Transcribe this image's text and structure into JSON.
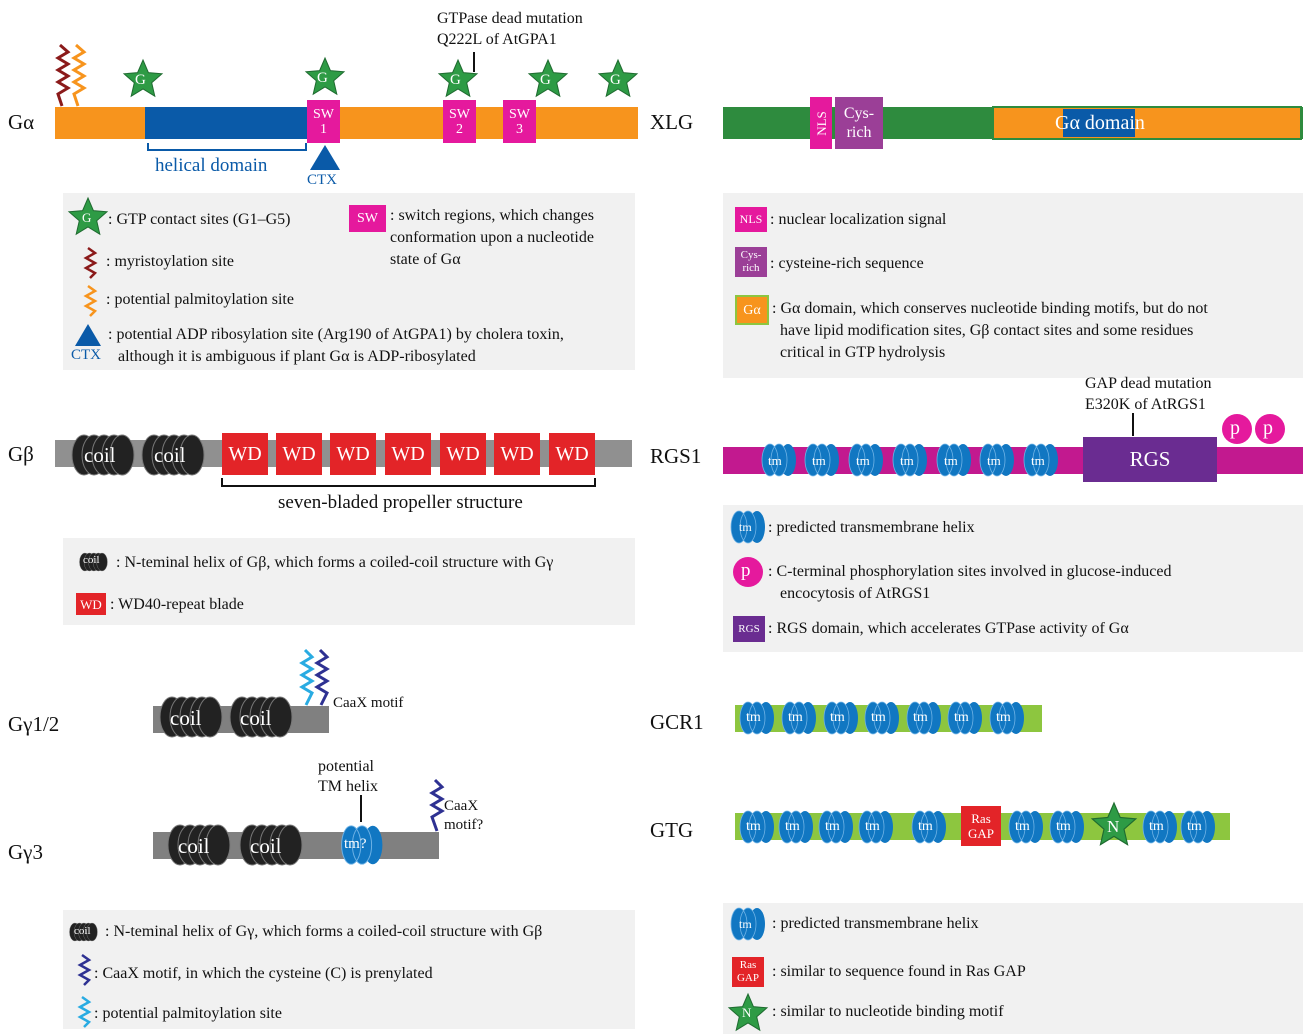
{
  "labels": {
    "ga": "Gα",
    "xlg": "XLG",
    "gb": "Gβ",
    "rgs1": "RGS1",
    "gg12": "Gγ1/2",
    "gg3": "Gγ3",
    "gcr1": "GCR1",
    "gtg": "GTG"
  },
  "ga": {
    "mutation_line1": "GTPase dead mutation",
    "mutation_line2": "Q222L of AtGPA1",
    "g": "G",
    "sw1": "SW",
    "sw1n": "1",
    "sw2": "SW",
    "sw2n": "2",
    "sw3": "SW",
    "sw3n": "3",
    "helical": "helical domain",
    "ctx": "CTX"
  },
  "ga_legend": {
    "g_icon": "G",
    "g_text": ": GTP contact sites (G1–G5)",
    "sw_icon": "SW",
    "sw_text1": ": switch regions, which changes",
    "sw_text2": "conformation upon a nucleotide",
    "sw_text3": "state of Gα",
    "myr_text": ": myristoylation site",
    "palm_text": ": potential palmitoylation site",
    "ctx_text1": ": potential ADP ribosylation site (Arg190 of AtGPA1) by cholera toxin,",
    "ctx_icon": "CTX",
    "ctx_text2": "although it is ambiguous if plant Gα is ADP-ribosylated"
  },
  "xlg": {
    "nls": "NLS",
    "cys1": "Cys-",
    "cys2": "rich",
    "domain": "Gα domain"
  },
  "xlg_legend": {
    "nls_icon": "NLS",
    "nls_text": ": nuclear localization signal",
    "cys_icon1": "Cys-",
    "cys_icon2": "rich",
    "cys_text": ": cysteine-rich sequence",
    "ga_icon": "Gα",
    "ga_text1": ": Gα domain, which conserves nucleotide binding motifs, but do not",
    "ga_text2": "have lipid modification sites, Gβ contact sites and some residues",
    "ga_text3": "critical in GTP hydrolysis"
  },
  "gb": {
    "coil": "coil",
    "wd": "WD",
    "propeller": "seven-bladed propeller structure"
  },
  "gb_legend": {
    "coil_icon": "coil",
    "coil_text": ": N-teminal helix of Gβ, which forms a coiled-coil structure with Gγ",
    "wd_icon": "WD",
    "wd_text": ": WD40-repeat blade"
  },
  "rgs1": {
    "mutation_line1": "GAP dead mutation",
    "mutation_line2": "E320K of AtRGS1",
    "tm": "tm",
    "rgs": "RGS",
    "p": "p"
  },
  "rgs1_legend": {
    "tm_icon": "tm",
    "tm_text": ":  predicted transmembrane helix",
    "p_icon": "p",
    "p_text1": ": C-terminal phosphorylation sites involved in glucose-induced",
    "p_text2": "encocytosis of AtRGS1",
    "rgs_icon": "RGS",
    "rgs_text": ": RGS domain, which accelerates GTPase activity of Gα"
  },
  "gg12": {
    "coil": "coil",
    "caax": "CaaX motif"
  },
  "gg3": {
    "coil": "coil",
    "tm_line1": "potential",
    "tm_line2": "TM helix",
    "tm": "tm?",
    "caax1": "CaaX",
    "caax2": "motif?"
  },
  "gg_legend": {
    "coil_icon": "coil",
    "coil_text": ": N-teminal helix of Gγ, which forms a coiled-coil structure with Gβ",
    "caax_text": ": CaaX motif, in which the cysteine (C) is prenylated",
    "palm_text": ": potential palmitoylation site"
  },
  "gcr1": {
    "tm": "tm"
  },
  "gtg": {
    "tm": "tm",
    "ras1": "Ras",
    "ras2": "GAP",
    "n": "N"
  },
  "gtg_legend": {
    "tm_icon": "tm",
    "tm_text": ":  predicted transmembrane helix",
    "ras_icon1": "Ras",
    "ras_icon2": "GAP",
    "ras_text": ":  similar to sequence found in Ras GAP",
    "n_icon": "N",
    "n_text": ":  similar to nucleotide binding motif"
  },
  "colors": {
    "orange": "#f7941d",
    "blue": "#0a5aa8",
    "magenta": "#e5199d",
    "purple": "#9b3f97",
    "green": "#2e8b3e",
    "lime": "#8dc63f",
    "grey": "#909090",
    "red": "#e32428",
    "rgspurple": "#6a2c91",
    "starGreen": "#2e9b45",
    "tmBlue": "#1177c2",
    "myr": "#8b1a1a",
    "palm": "#f7941d",
    "palmBlue": "#29abe2",
    "caax": "#2e3192"
  }
}
